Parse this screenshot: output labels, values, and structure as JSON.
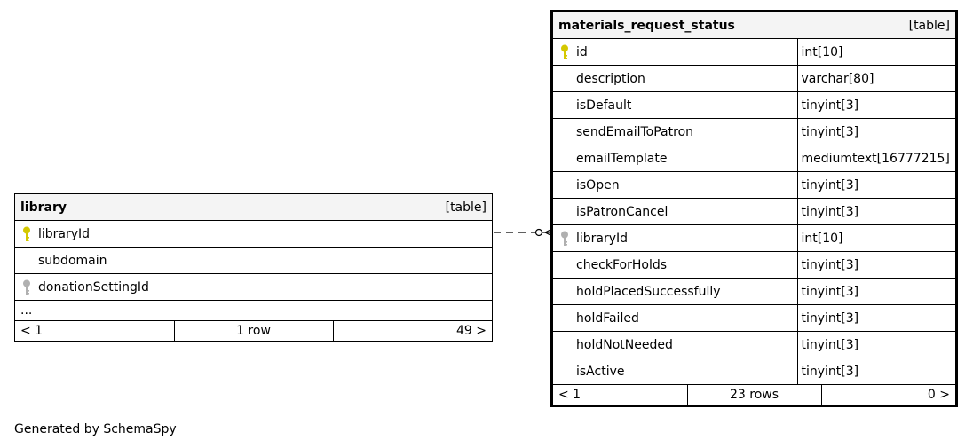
{
  "library": {
    "name": "library",
    "kind": "[table]",
    "columns": [
      {
        "name": "libraryId",
        "key": "primary"
      },
      {
        "name": "subdomain",
        "key": "none"
      },
      {
        "name": "donationSettingId",
        "key": "foreign"
      }
    ],
    "ellipsis": "...",
    "footer": {
      "prev": "< 1",
      "rows": "1 row",
      "next": "49 >"
    }
  },
  "materials_request_status": {
    "name": "materials_request_status",
    "kind": "[table]",
    "columns": [
      {
        "name": "id",
        "type": "int[10]",
        "key": "primary"
      },
      {
        "name": "description",
        "type": "varchar[80]",
        "key": "none"
      },
      {
        "name": "isDefault",
        "type": "tinyint[3]",
        "key": "none"
      },
      {
        "name": "sendEmailToPatron",
        "type": "tinyint[3]",
        "key": "none"
      },
      {
        "name": "emailTemplate",
        "type": "mediumtext[16777215]",
        "key": "none"
      },
      {
        "name": "isOpen",
        "type": "tinyint[3]",
        "key": "none"
      },
      {
        "name": "isPatronCancel",
        "type": "tinyint[3]",
        "key": "none"
      },
      {
        "name": "libraryId",
        "type": "int[10]",
        "key": "foreign"
      },
      {
        "name": "checkForHolds",
        "type": "tinyint[3]",
        "key": "none"
      },
      {
        "name": "holdPlacedSuccessfully",
        "type": "tinyint[3]",
        "key": "none"
      },
      {
        "name": "holdFailed",
        "type": "tinyint[3]",
        "key": "none"
      },
      {
        "name": "holdNotNeeded",
        "type": "tinyint[3]",
        "key": "none"
      },
      {
        "name": "isActive",
        "type": "tinyint[3]",
        "key": "none"
      }
    ],
    "footer": {
      "prev": "< 1",
      "rows": "23 rows",
      "next": "0 >"
    }
  },
  "colors": {
    "primary_key": "#d4c800",
    "foreign_key": "#b0b0b0",
    "header_bg": "#f4f4f4"
  },
  "generated_by": "Generated by SchemaSpy"
}
